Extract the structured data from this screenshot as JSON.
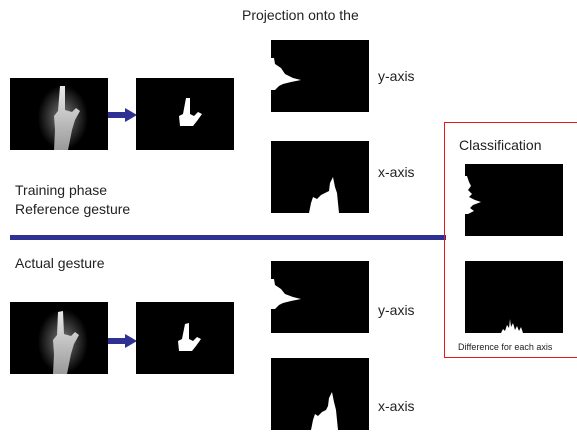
{
  "header": {
    "projection_title": "Projection onto the"
  },
  "labels": {
    "y_axis_top": "y-axis",
    "x_axis_top": "x-axis",
    "y_axis_bottom": "y-axis",
    "x_axis_bottom": "x-axis",
    "training_phase": "Training phase",
    "reference_gesture": "Reference gesture",
    "actual_gesture": "Actual gesture"
  },
  "classification": {
    "title": "Classification",
    "caption": "Difference for each axis"
  },
  "colors": {
    "arrow": "#2e3192",
    "divider": "#2e3192",
    "classification_border": "#e01b1b",
    "panel_background": "#000000"
  }
}
